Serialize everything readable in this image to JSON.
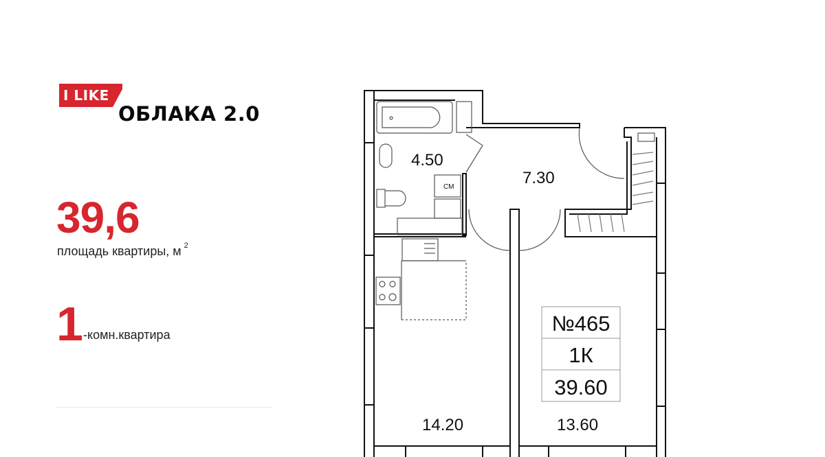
{
  "logo": {
    "badge": "I LIKE",
    "project": "ОБЛАКА 2.0",
    "accent": "#d7262e"
  },
  "summary": {
    "area_value": "39,6",
    "area_label": "площадь квартиры, м",
    "area_unit_sup": "2",
    "rooms_value": "1",
    "rooms_label": "-комн.квартира"
  },
  "plan": {
    "bathroom_area": "4.50",
    "hall_area": "7.30",
    "kitchen_area": "14.20",
    "room_area": "13.60",
    "washer_label": "СМ",
    "apartment_number": "№465",
    "apartment_type": "1К",
    "apartment_total": "39.60"
  }
}
